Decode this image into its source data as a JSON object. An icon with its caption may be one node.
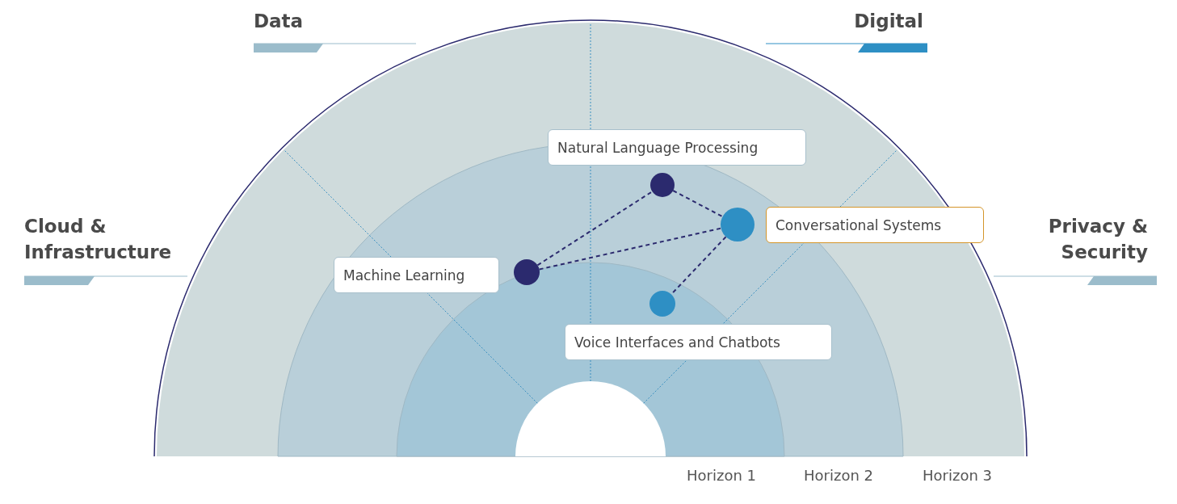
{
  "diagram": {
    "nodes": [
      {
        "text": [
          "Natural Language Processing"
        ]
      },
      {
        "text": [],
        "shape": "circle"
      },
      {
        "text": [],
        "shape": "circle"
      },
      {
        "text": [
          "Conversational Systems"
        ]
      },
      {
        "text": [
          "Machine Learning"
        ]
      },
      {
        "text": [],
        "shape": "circle"
      },
      {
        "text": [],
        "shape": "circle"
      },
      {
        "text": [
          "Voice Interfaces and Chatbots"
        ]
      }
    ],
    "edges": [
      {
        "from": 1,
        "to": 2,
        "arrow": "none",
        "style": "dashed"
      },
      {
        "from": 5,
        "to": 1,
        "arrow": "none",
        "style": "dashed"
      },
      {
        "from": 5,
        "to": 2,
        "arrow": "none",
        "style": "dashed"
      },
      {
        "from": 2,
        "to": 6,
        "arrow": "none",
        "style": "dashed"
      }
    ],
    "labels": [
      "Data",
      "Digital",
      "Cloud & Infrastructure",
      "Privacy & Security",
      "Horizon 1",
      "Horizon 2",
      "Horizon 3"
    ]
  }
}
